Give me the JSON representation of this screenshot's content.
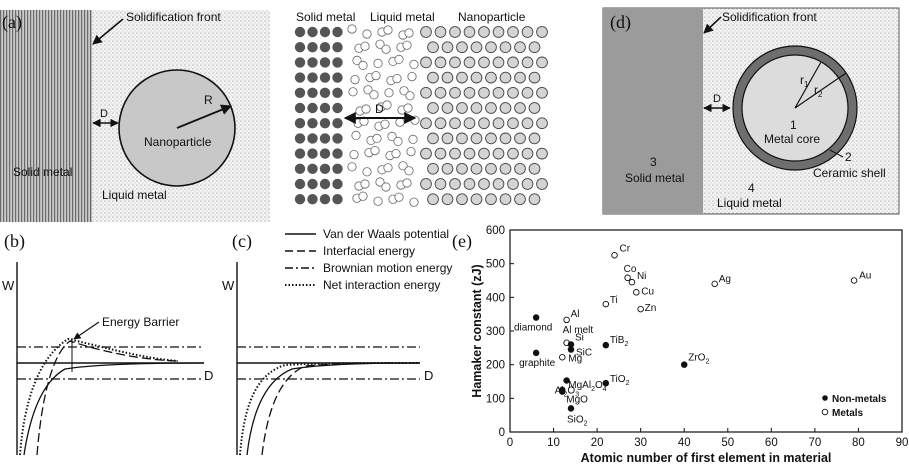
{
  "panel_a": {
    "label": "(a)",
    "solidification_front": "Solidification front",
    "d_label": "D",
    "r_label": "R",
    "nanoparticle": "Nanoparticle",
    "solid_metal": "Solid metal",
    "liquid_metal": "Liquid metal"
  },
  "panel_mid": {
    "solid_metal": "Solid metal",
    "liquid_metal": "Liquid metal",
    "nanoparticle": "Nanoparticle",
    "d_label": "D"
  },
  "panel_d": {
    "label": "(d)",
    "solidification_front": "Solidification front",
    "d_label": "D",
    "r1": "r",
    "r1_sub": "1",
    "r2": "r",
    "r2_sub": "2",
    "core_num": "1",
    "core": "Metal core",
    "shell_num": "2",
    "shell": "Ceramic shell",
    "solid_num": "3",
    "solid": "Solid metal",
    "liquid_num": "4",
    "liquid": "Liquid metal"
  },
  "panel_b": {
    "label": "(b)",
    "w": "W",
    "d": "D",
    "barrier": "Energy Barrier"
  },
  "panel_c": {
    "label": "(c)",
    "w": "W",
    "d": "D"
  },
  "legend": {
    "vdw": "Van der Waals potential",
    "interfacial": "Interfacial energy",
    "brownian": "Brownian motion energy",
    "net": "Net interaction energy"
  },
  "panel_e": {
    "label": "(e)",
    "legend_nonmetals": "Non-metals",
    "legend_metals": "Metals"
  },
  "chart_data": {
    "type": "scatter",
    "xlabel": "Atomic number of first element in material",
    "ylabel": "Hamaker constant (zJ)",
    "xlim": [
      0,
      90
    ],
    "ylim": [
      0,
      600
    ],
    "xticks": [
      "0",
      "10",
      "20",
      "30",
      "40",
      "50",
      "60",
      "70",
      "80",
      "90"
    ],
    "yticks": [
      "0",
      "100",
      "200",
      "300",
      "400",
      "500",
      "600"
    ],
    "legend_placement": "bottom-right",
    "series": [
      {
        "name": "Metals",
        "marker": "open",
        "points": [
          {
            "label": "Cr",
            "x": 24,
            "y": 525
          },
          {
            "label": "Co",
            "x": 27,
            "y": 458
          },
          {
            "label": "Ni",
            "x": 28,
            "y": 445
          },
          {
            "label": "Cu",
            "x": 29,
            "y": 415
          },
          {
            "label": "Ti",
            "x": 22,
            "y": 380
          },
          {
            "label": "Zn",
            "x": 30,
            "y": 365
          },
          {
            "label": "Ag",
            "x": 47,
            "y": 440
          },
          {
            "label": "Au",
            "x": 79,
            "y": 450
          },
          {
            "label": "Al",
            "x": 13,
            "y": 333
          },
          {
            "label": "Al melt",
            "x": 13,
            "y": 265
          },
          {
            "label": "Mg",
            "x": 12,
            "y": 222
          }
        ]
      },
      {
        "name": "Non-metals",
        "marker": "filled",
        "points": [
          {
            "label": "diamond",
            "x": 6,
            "y": 340
          },
          {
            "label": "graphite",
            "x": 6,
            "y": 235
          },
          {
            "label": "Si",
            "x": 14,
            "y": 260
          },
          {
            "label": "SiC",
            "x": 14,
            "y": 245
          },
          {
            "label": "TiB2",
            "x": 22,
            "y": 258
          },
          {
            "label": "ZrO2",
            "x": 40,
            "y": 200
          },
          {
            "label": "Al2O3",
            "x": 13,
            "y": 153
          },
          {
            "label": "TiO2",
            "x": 22,
            "y": 145
          },
          {
            "label": "MgAl2O4",
            "x": 12,
            "y": 125
          },
          {
            "label": "MgO",
            "x": 12,
            "y": 120
          },
          {
            "label": "SiO2",
            "x": 14,
            "y": 70
          }
        ]
      }
    ]
  }
}
